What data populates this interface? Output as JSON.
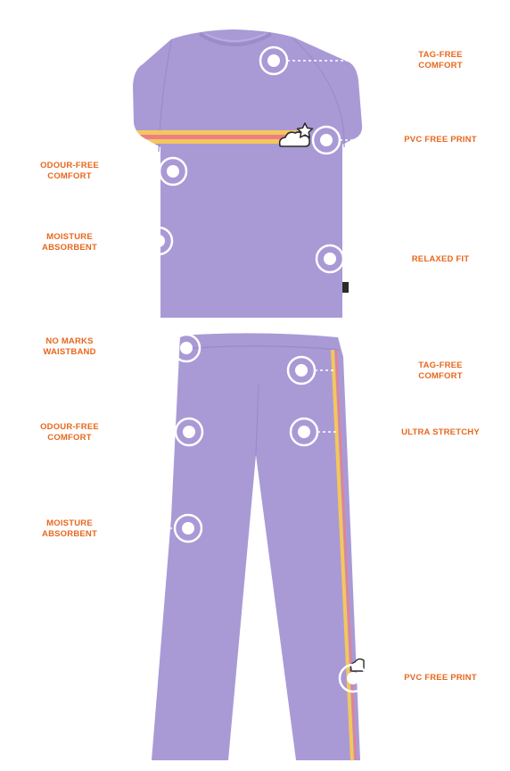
{
  "colors": {
    "accent": "#e8671c",
    "garment": "#a99ad6",
    "garment_shade": "#9a8bcb",
    "stripe_yellow": "#f5c75a",
    "stripe_pink": "#ec7f86",
    "marker": "#ffffff"
  },
  "icons": [
    "star-icon",
    "cloud-icon"
  ],
  "callouts": {
    "top_tag_free": {
      "line1": "TAG-FREE",
      "line2": "COMFORT"
    },
    "top_pvc_free": {
      "line1": "PVC FREE PRINT"
    },
    "top_odour_free": {
      "line1": "ODOUR-FREE",
      "line2": "COMFORT"
    },
    "top_moisture": {
      "line1": "MOISTURE",
      "line2": "ABSORBENT"
    },
    "top_relaxed_fit": {
      "line1": "RELAXED FIT"
    },
    "bottom_no_marks": {
      "line1": "NO MARKS",
      "line2": "WAISTBAND"
    },
    "bottom_tag_free": {
      "line1": "TAG-FREE",
      "line2": "COMFORT"
    },
    "bottom_odour_free": {
      "line1": "ODOUR-FREE",
      "line2": "COMFORT"
    },
    "bottom_ultra_stretchy": {
      "line1": "ULTRA STRETCHY"
    },
    "bottom_moisture": {
      "line1": "MOISTURE",
      "line2": "ABSORBENT"
    },
    "bottom_pvc_free": {
      "line1": "PVC FREE PRINT"
    }
  }
}
